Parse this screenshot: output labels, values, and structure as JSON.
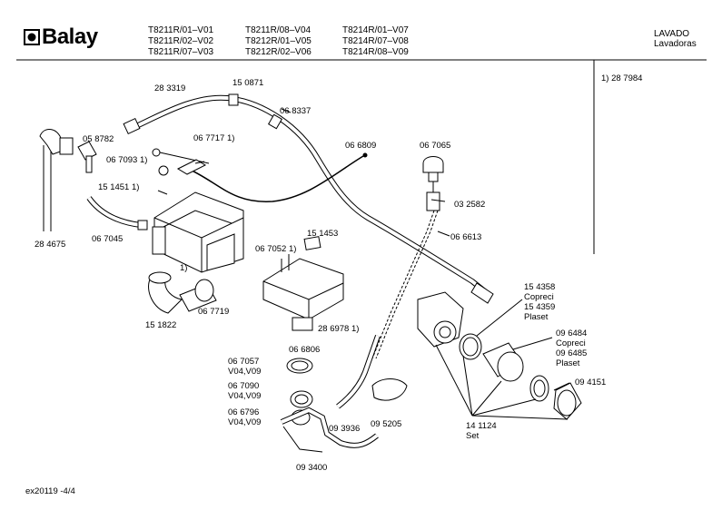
{
  "header": {
    "brand": "Balay",
    "models_col1": [
      "T8211R/01–V01",
      "T8211R/02–V02",
      "T8211R/07–V03"
    ],
    "models_col2": [
      "T8211R/08–V04",
      "T8212R/01–V05",
      "T8212R/02–V06"
    ],
    "models_col3": [
      "T8214R/01–V07",
      "T8214R/07–V08",
      "T8214R/08–V09"
    ],
    "category": "LAVADO",
    "subcategory": "Lavadoras"
  },
  "notes": {
    "note1": "1) 28 7984"
  },
  "footer": {
    "page_ref": "ex20119 -4/4"
  },
  "parts": {
    "p283319": "28 3319",
    "p150871": "15 0871",
    "p068337": "06 8337",
    "p058782": "05 8782",
    "p067717": "06 7717 1)",
    "p067093": "06 7093 1)",
    "p151451": "15 1451 1)",
    "p066809": "06 6809",
    "p067065": "06 7065",
    "p032582": "03 2582",
    "p066613": "06 6613",
    "p284675": "28 4675",
    "p067045": "06 7045",
    "p1note": "1)",
    "p151453": "15 1453",
    "p067052": "06 7052 1)",
    "p151822": "15 1822",
    "p067719": "06 7719",
    "p286978": "28 6978 1)",
    "p154358": "15 4358",
    "copreci1": "Copreci",
    "p154359": "15 4359",
    "plaset1": "Plaset",
    "p096484": "09 6484",
    "copreci2": "Copreci",
    "p096485": "09 6485",
    "plaset2": "Plaset",
    "p094151": "09 4151",
    "p067057": "06 7057",
    "v0409a": "V04,V09",
    "p066806": "06 6806",
    "p067090": "06 7090",
    "v0409b": "V04,V09",
    "p066796": "06 6796",
    "v0409c": "V04,V09",
    "p093936": "09 3936",
    "p095205": "09 5205",
    "p141124": "14 1124",
    "set": "Set",
    "p093400": "09 3400"
  }
}
